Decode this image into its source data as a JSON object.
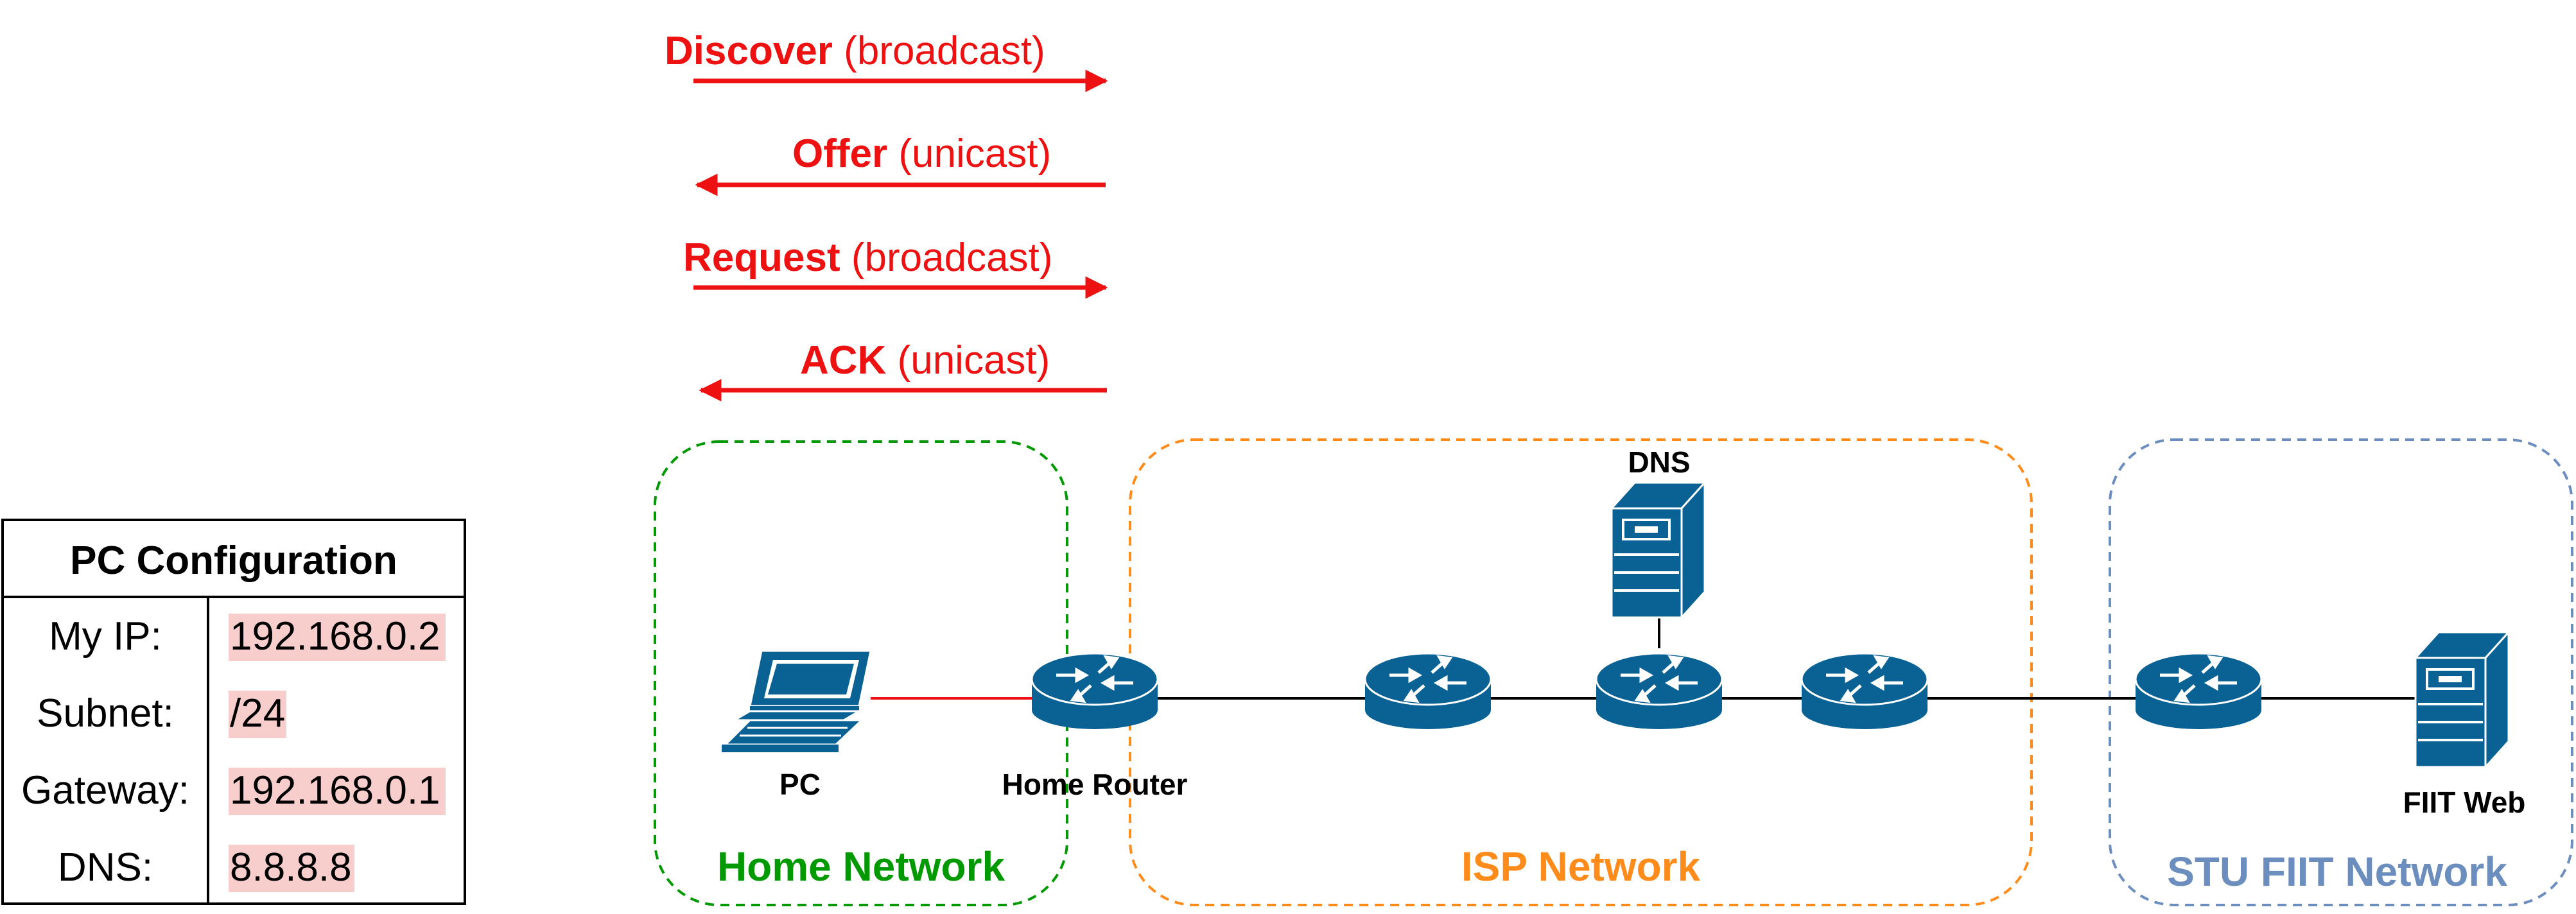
{
  "config_table": {
    "title": "PC Configuration",
    "rows": [
      {
        "key": "My IP:",
        "value": "192.168.0.2",
        "highlight": true
      },
      {
        "key": "Subnet:",
        "value": "/24",
        "highlight": true
      },
      {
        "key": "Gateway:",
        "value": "192.168.0.1",
        "highlight": true
      },
      {
        "key": "DNS:",
        "value": "8.8.8.8",
        "highlight": true
      }
    ]
  },
  "dhcp_messages": [
    {
      "name": "Discover",
      "mode": "(broadcast)",
      "direction": "right"
    },
    {
      "name": "Offer",
      "mode": "(unicast)",
      "direction": "left"
    },
    {
      "name": "Request",
      "mode": "(broadcast)",
      "direction": "right"
    },
    {
      "name": "ACK",
      "mode": "(unicast)",
      "direction": "left"
    }
  ],
  "networks": {
    "home": {
      "label": "Home Network",
      "color": "#009900"
    },
    "isp": {
      "label": "ISP Network",
      "color": "#FF8C1A"
    },
    "stu": {
      "label": "STU FIIT Network",
      "color": "#6C8EBF"
    }
  },
  "devices": {
    "pc": "PC",
    "home_router": "Home Router",
    "dns": "DNS",
    "fiit_web": "FIIT Web"
  },
  "colors": {
    "device": "#0A6194",
    "arrow": "#EE1111",
    "highlight": "#F8CECC",
    "link": "#000000"
  },
  "icons": {
    "router": "router-icon",
    "server": "server-icon",
    "laptop": "laptop-icon"
  }
}
